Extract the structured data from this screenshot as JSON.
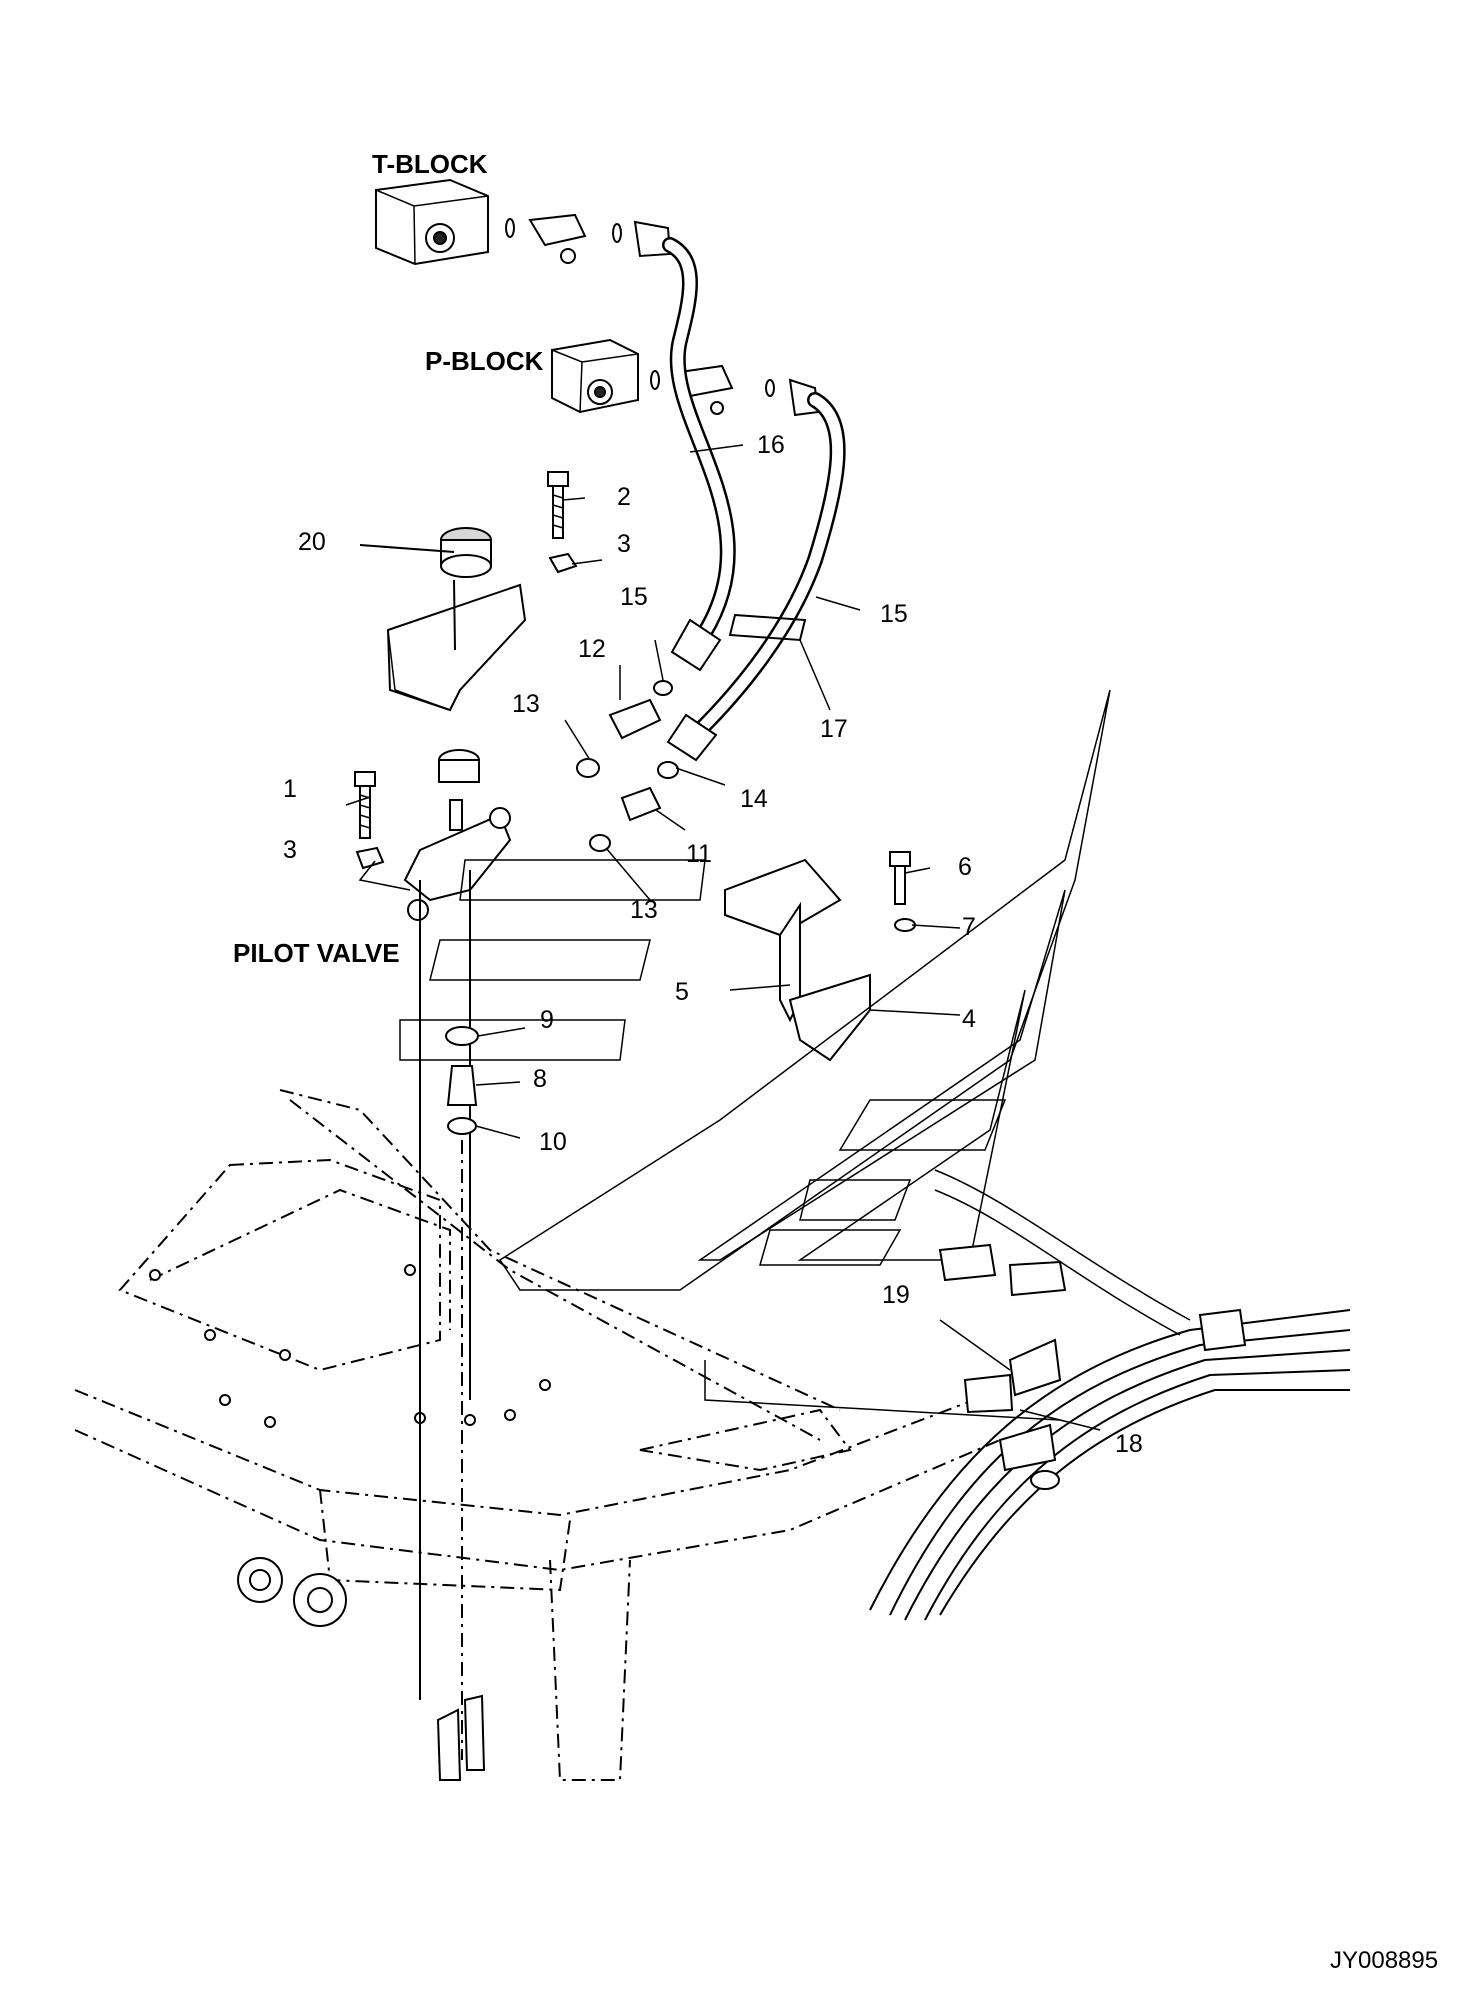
{
  "diagram": {
    "block_labels": {
      "t_block": "T-BLOCK",
      "p_block": "P-BLOCK",
      "pilot_valve": "PILOT VALVE"
    },
    "callouts": [
      "1",
      "2",
      "3",
      "3",
      "4",
      "5",
      "6",
      "7",
      "8",
      "9",
      "10",
      "11",
      "12",
      "13",
      "13",
      "14",
      "15",
      "15",
      "16",
      "17",
      "18",
      "19",
      "20"
    ],
    "reference_code": "JY008895"
  }
}
